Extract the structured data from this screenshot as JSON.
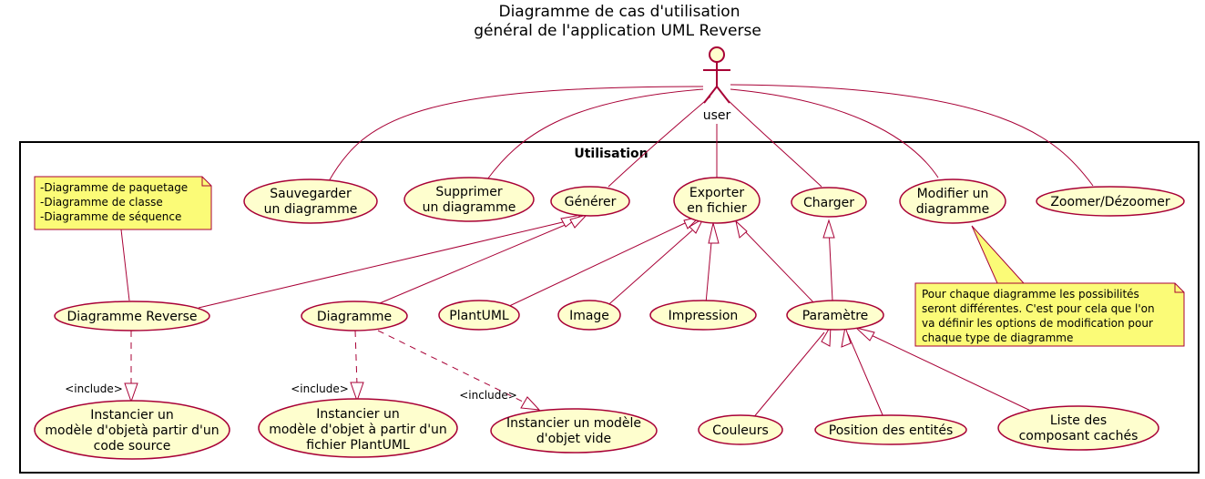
{
  "title": {
    "line1": "Diagramme de cas d'utilisation",
    "line2": "général de l'application UML Reverse"
  },
  "actor": {
    "name": "user"
  },
  "package": {
    "name": "Utilisation"
  },
  "use_cases": {
    "sauvegarder": [
      "Sauvegarder",
      "un diagramme"
    ],
    "supprimer": [
      "Supprimer",
      "un diagramme"
    ],
    "generer": "Générer",
    "exporter": [
      "Exporter",
      "en fichier"
    ],
    "charger": "Charger",
    "modifier": [
      "Modifier un",
      "diagramme"
    ],
    "zoomer": "Zoomer/Dézoomer",
    "diagramme_reverse": "Diagramme Reverse",
    "diagramme": "Diagramme",
    "plantuml": "PlantUML",
    "image": "Image",
    "impression": "Impression",
    "parametre": "Paramètre",
    "instancier_source": [
      "Instancier un",
      "modèle d'objetà partir d'un",
      "code source"
    ],
    "instancier_plantuml": [
      "Instancier un",
      "modèle d'objet à partir d'un",
      "fichier PlantUML"
    ],
    "instancier_vide": [
      "Instancier un modèle",
      "d'objet vide"
    ],
    "couleurs": "Couleurs",
    "position": "Position des entités",
    "liste": [
      "Liste des",
      "composant cachés"
    ]
  },
  "include_label": "<include>",
  "notes": {
    "diagram_types": [
      "-Diagramme de paquetage",
      "-Diagramme de classe",
      "-Diagramme de séquence"
    ],
    "modification": [
      "Pour chaque diagramme les possibilités",
      "seront différentes. C'est pour cela que l'on",
      "va définir les options de modification pour",
      "chaque type de diagramme"
    ]
  },
  "colors": {
    "use_case_fill": "#FEFECE",
    "border": "#A80036",
    "note_fill": "#FBFB77"
  }
}
